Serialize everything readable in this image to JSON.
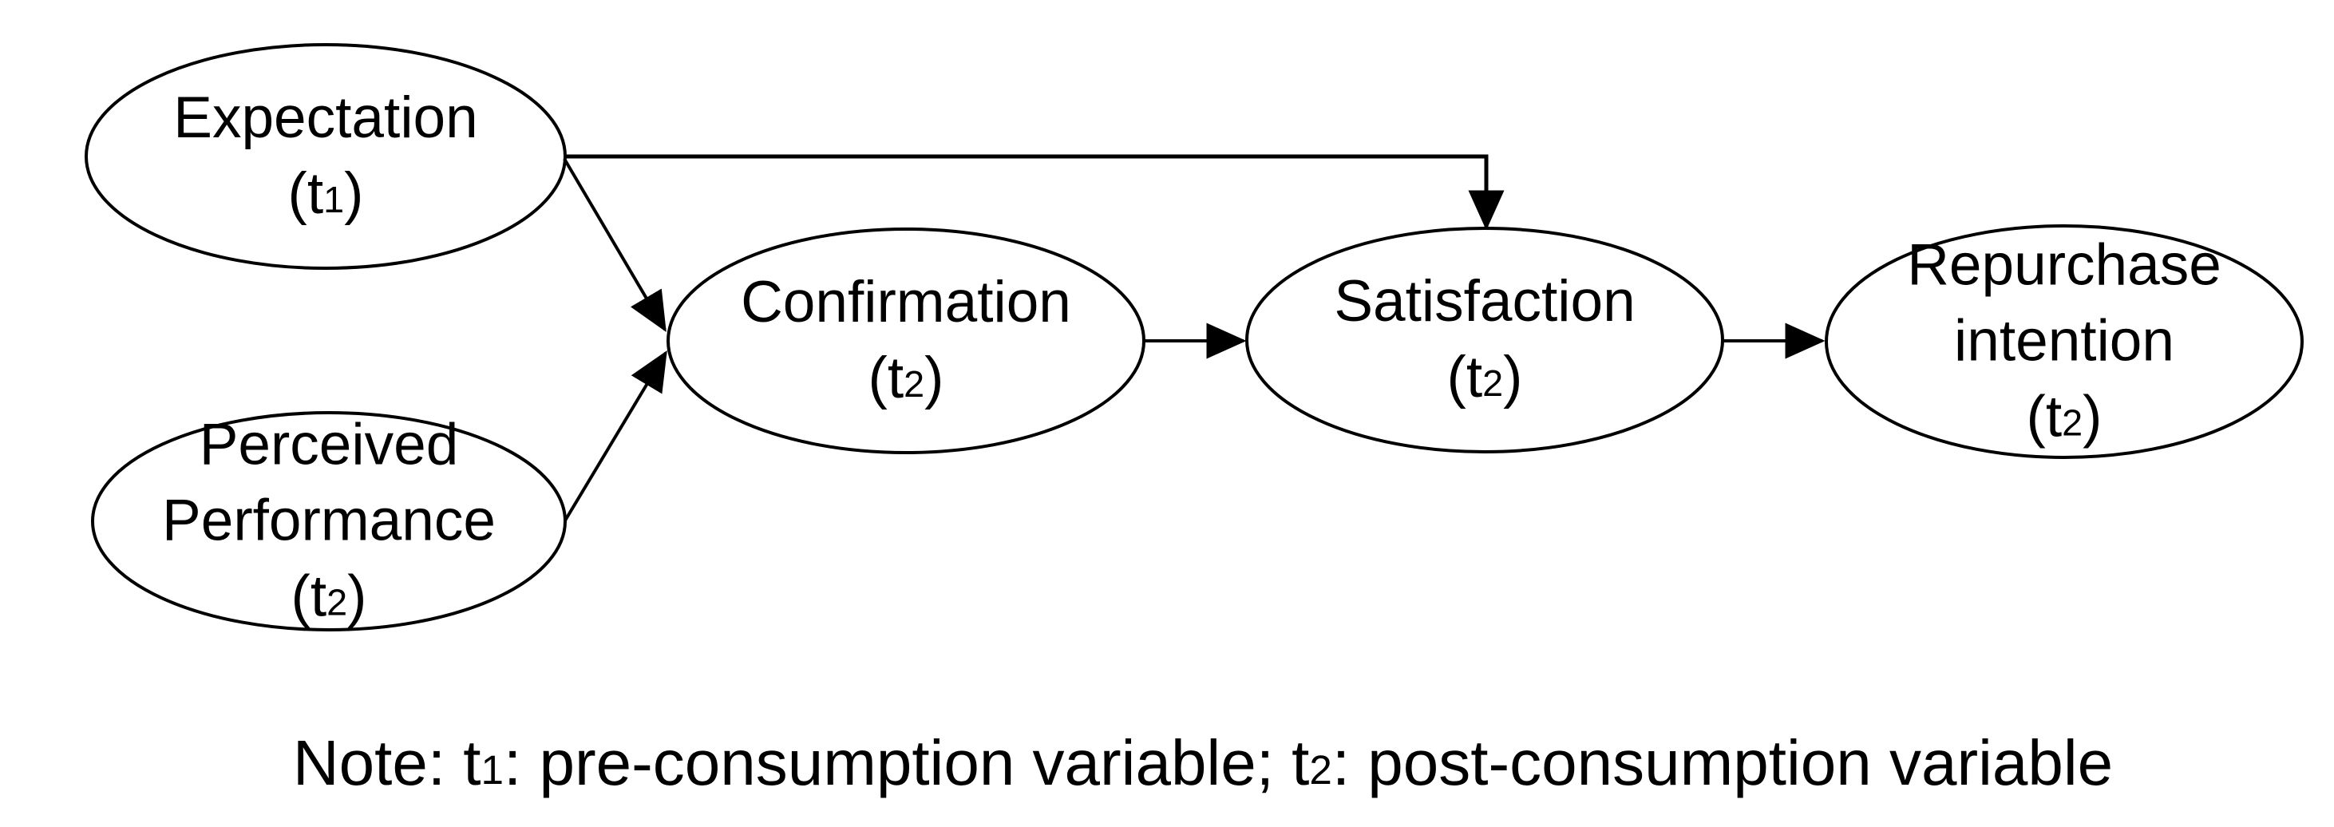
{
  "diagram": {
    "background": "#ffffff",
    "stroke_color": "#000000",
    "text_color": "#000000",
    "nodes": [
      {
        "id": "expectation",
        "line1": "Expectation",
        "t_open": "(t",
        "t_sub": "1",
        "t_close": ")"
      },
      {
        "id": "perceived-performance",
        "line1": "Perceived",
        "line2": "Performance",
        "t_open": "(t",
        "t_sub": "2",
        "t_close": ")"
      },
      {
        "id": "confirmation",
        "line1": "Confirmation",
        "t_open": "(t",
        "t_sub": "2",
        "t_close": ")"
      },
      {
        "id": "satisfaction",
        "line1": "Satisfaction",
        "t_open": "(t",
        "t_sub": "2",
        "t_close": ")"
      },
      {
        "id": "repurchase-intention",
        "line1": "Repurchase",
        "line2": "intention",
        "t_open": "(t",
        "t_sub": "2",
        "t_close": ")"
      }
    ],
    "edges": [
      {
        "from": "expectation",
        "to": "satisfaction"
      },
      {
        "from": "expectation",
        "to": "confirmation"
      },
      {
        "from": "perceived-performance",
        "to": "confirmation"
      },
      {
        "from": "confirmation",
        "to": "satisfaction"
      },
      {
        "from": "satisfaction",
        "to": "repurchase-intention"
      }
    ],
    "note": {
      "p1": "Note: t",
      "s1": "1",
      "p2": ": pre-consumption variable; t",
      "s2": "2",
      "p3": ": post-consumption variable"
    }
  }
}
